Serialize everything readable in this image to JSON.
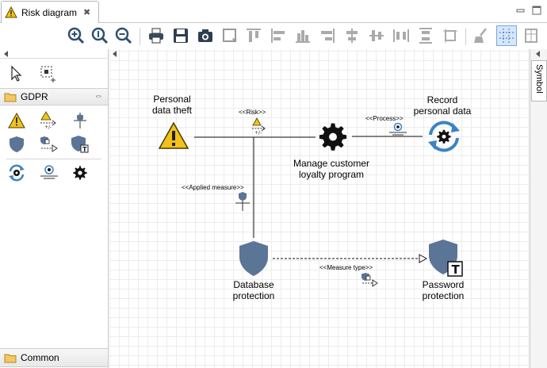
{
  "editor": {
    "tab_title": "Risk diagram",
    "tab_close": "✖"
  },
  "toolbar": {
    "buttons": [
      "zoom-in-icon",
      "zoom-actual-icon",
      "zoom-out-icon",
      "print-icon",
      "save-icon",
      "camera-icon",
      "select-all-icon",
      "align-top-icon",
      "align-left-icon",
      "align-bottom-icon",
      "align-right-icon",
      "align-center-icon",
      "align-middle-icon",
      "distribute-horizontal-icon",
      "distribute-vertical-icon",
      "match-size-icon",
      "clean-icon",
      "snap-to-grid-icon",
      "show-grid-icon"
    ]
  },
  "palette": {
    "tools": [
      "select-arrow-icon",
      "marquee-select-icon"
    ],
    "drawer_gdpr": "GDPR",
    "drawer_common": "Common",
    "items": [
      "risk-warning-icon",
      "risk-relation-icon",
      "applied-measure-relation-icon",
      "measure-shield-icon",
      "measure-type-relation-icon",
      "measure-type-shield-icon",
      "process-cycle-icon",
      "process-relation-icon",
      "gear-icon"
    ]
  },
  "side_panel": {
    "tab_label": "Symbol"
  },
  "diagram": {
    "nodes": {
      "risk": "Personal\ndata theft",
      "activity": "Manage customer\nloyalty program",
      "process": "Record\npersonal data",
      "measure": "Database\nprotection",
      "measure_type": "Password\nprotection"
    },
    "stereotypes": {
      "risk": "<<Risk>>",
      "process": "<<Process>>",
      "applied_measure": "<<Applied measure>>",
      "measure_type": "<<Measure type>>"
    }
  },
  "colors": {
    "warning_fill": "#f2c21b",
    "shield_fill": "#5b7596",
    "cycle_blue": "#3c83c4",
    "gear_fill": "#111111",
    "grid": "#ececec"
  }
}
